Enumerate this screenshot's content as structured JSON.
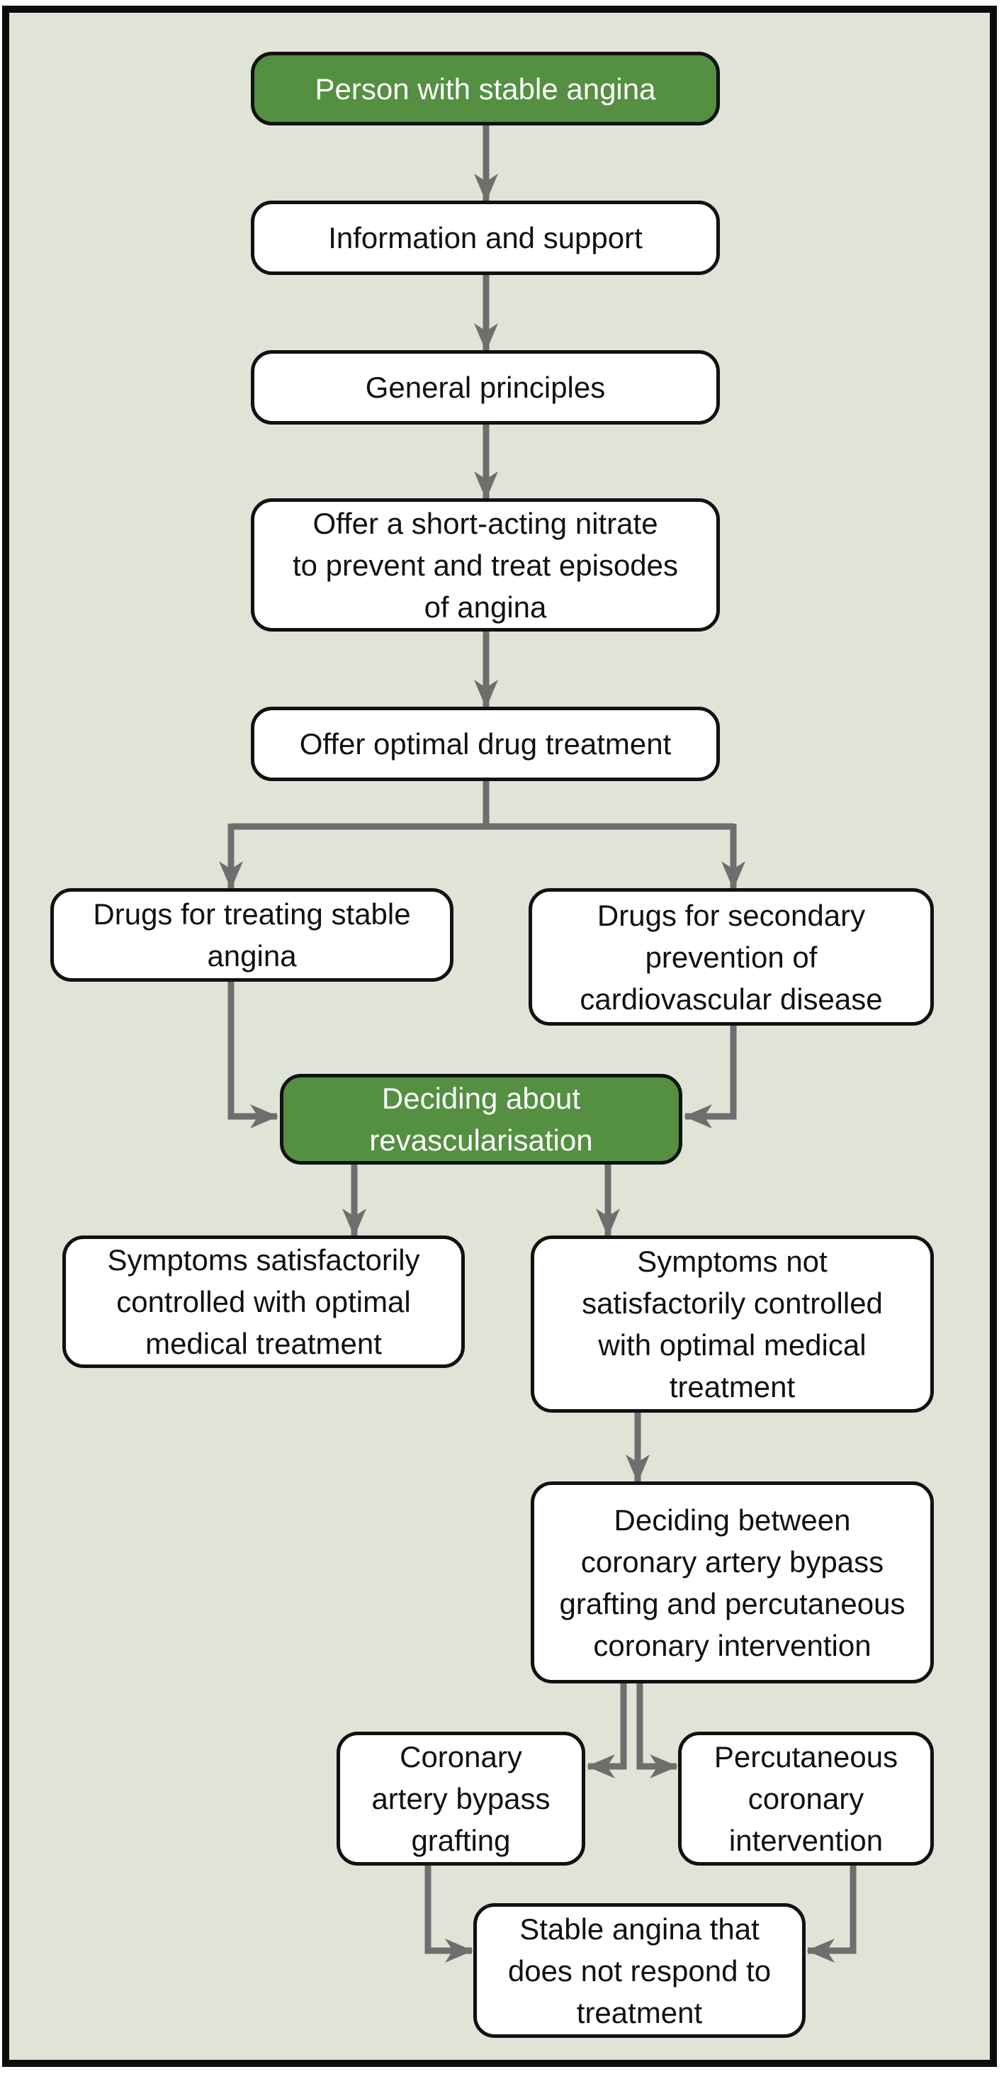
{
  "diagram": {
    "type": "flowchart",
    "colors": {
      "background": "#e0e4d6",
      "frame_border": "#0d0d0d",
      "node_fill": "#ffffff",
      "node_border": "#111111",
      "highlight_fill": "#548f42",
      "highlight_text": "#ffffff",
      "connector": "#6e6e6e",
      "text": "#111111"
    },
    "nodes": [
      {
        "id": "person-with-stable-angina",
        "variant": "highlight",
        "label": "Person with stable angina"
      },
      {
        "id": "information-and-support",
        "variant": "default",
        "label": "Information and support"
      },
      {
        "id": "general-principles",
        "variant": "default",
        "label": "General principles"
      },
      {
        "id": "short-acting-nitrate",
        "variant": "default",
        "label": "Offer a short-acting nitrate\nto prevent and treat episodes\nof angina"
      },
      {
        "id": "optimal-drug-treatment",
        "variant": "default",
        "label": "Offer optimal drug treatment"
      },
      {
        "id": "drugs-treating-stable-angina",
        "variant": "default",
        "label": "Drugs for treating stable\nangina"
      },
      {
        "id": "drugs-secondary-prevention",
        "variant": "default",
        "label": "Drugs for secondary\nprevention of\ncardiovascular disease"
      },
      {
        "id": "deciding-about-revascularisation",
        "variant": "highlight",
        "label": "Deciding about\nrevascularisation"
      },
      {
        "id": "symptoms-controlled",
        "variant": "default",
        "label": "Symptoms satisfactorily\ncontrolled with optimal\nmedical treatment"
      },
      {
        "id": "symptoms-not-controlled",
        "variant": "default",
        "label": "Symptoms not\nsatisfactorily controlled\nwith optimal medical\ntreatment"
      },
      {
        "id": "deciding-between-cabg-and-pci",
        "variant": "default",
        "label": "Deciding between\ncoronary artery bypass\ngrafting and percutaneous\ncoronary intervention"
      },
      {
        "id": "coronary-artery-bypass-grafting",
        "variant": "default",
        "label": "Coronary\nartery bypass\ngrafting"
      },
      {
        "id": "percutaneous-coronary-intervention",
        "variant": "default",
        "label": "Percutaneous\ncoronary\nintervention"
      },
      {
        "id": "stable-angina-no-response",
        "variant": "default",
        "label": "Stable angina that\ndoes not respond to\ntreatment"
      }
    ]
  }
}
